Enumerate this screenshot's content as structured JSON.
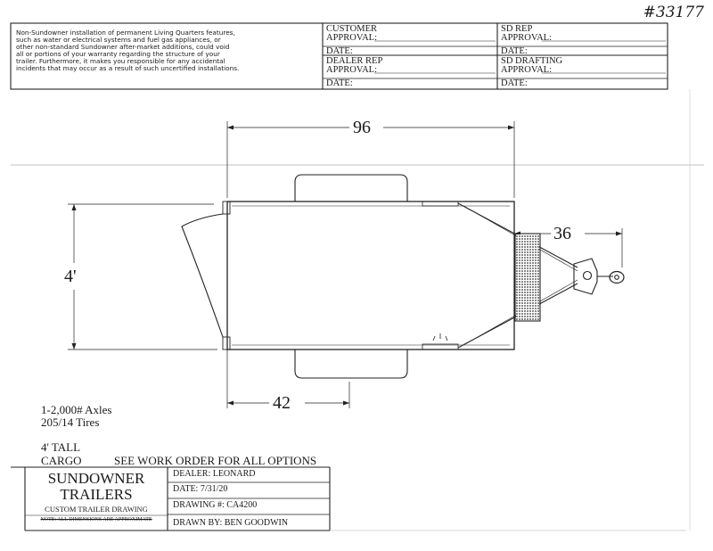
{
  "handwritten_number": "#33177",
  "disclaimer": "Non-Sundowner installation of permanent Living Quarters features,\nsuch as water or electrical systems and fuel gas appliances, or\nother non-standard Sundowner after-market additions, could void\nall or portions of your warranty regarding the structure of your\ntrailer. Furthermore, it makes you responsible for any accidental\nincidents that may occur as a result of such uncertified installations.",
  "approvals": {
    "customer": {
      "line1": "CUSTOMER",
      "line2": "APPROVAL:",
      "date": "DATE:"
    },
    "sd_rep": {
      "line1": "SD REP",
      "line2": "APPROVAL:",
      "date": "DATE:"
    },
    "dealer_rep": {
      "line1": "DEALER REP",
      "line2": "APPROVAL:",
      "date": "DATE:"
    },
    "sd_drafting": {
      "line1": "SD DRAFTING",
      "line2": "APPROVAL:",
      "date": "DATE:"
    }
  },
  "dimensions": {
    "length": "96",
    "height": "4'",
    "tongue": "36",
    "axle": "42"
  },
  "specs": {
    "axles": "1-2,000# Axles",
    "tires": "205/14 Tires",
    "tall": "4' TALL",
    "type": "CARGO"
  },
  "see_order": "SEE WORK ORDER FOR ALL OPTIONS",
  "title_block": {
    "brand_line1": "SUNDOWNER",
    "brand_line2": "TRAILERS",
    "drawing_type": "CUSTOM TRAILER DRAWING",
    "note": "NOTE: ALL DIMENSIONS ARE APPROXIMATE",
    "dealer": "DEALER: LEONARD",
    "date": "DATE: 7/31/20",
    "drawing_no": "DRAWING #: CA4200",
    "drawn_by": "DRAWN BY: BEN GOODWIN"
  }
}
